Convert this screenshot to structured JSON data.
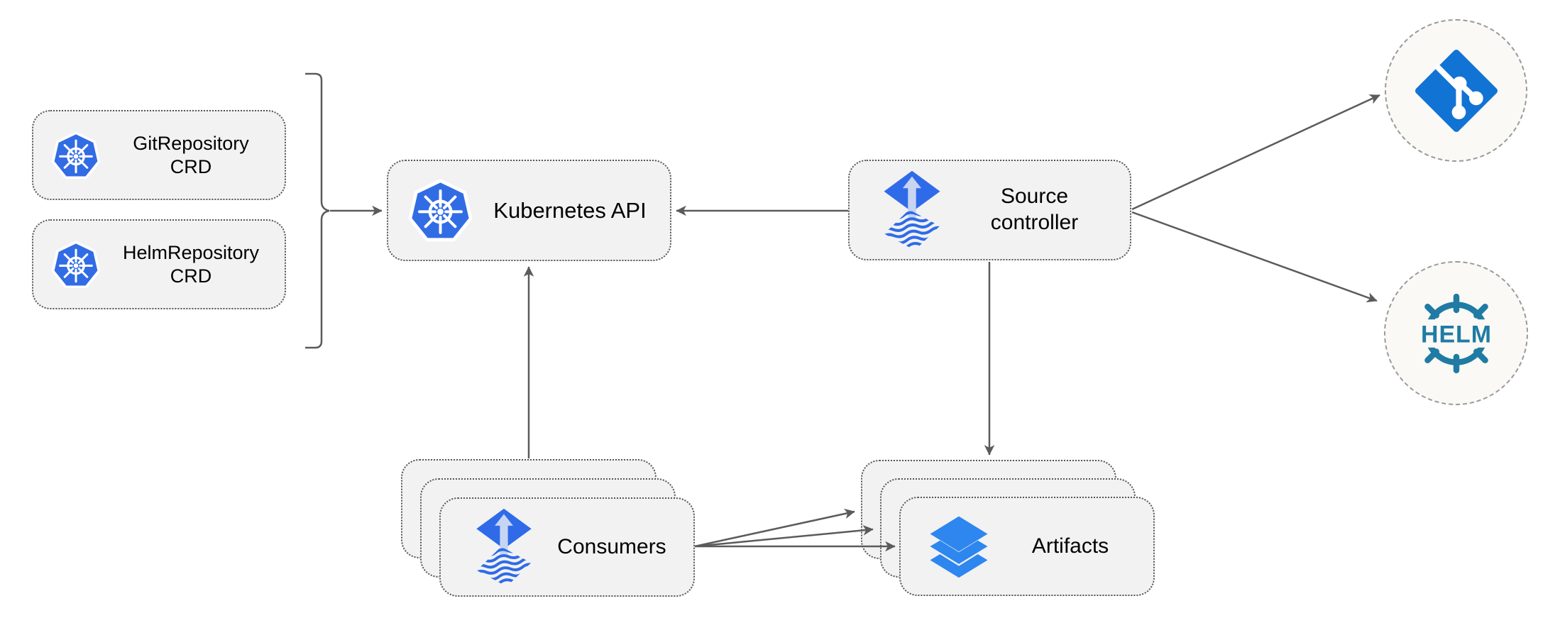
{
  "diagram": {
    "nodes": {
      "git_repository_crd": {
        "line1": "GitRepository",
        "line2": "CRD",
        "icon": "kubernetes-icon"
      },
      "helm_repository_crd": {
        "line1": "HelmRepository",
        "line2": "CRD",
        "icon": "kubernetes-icon"
      },
      "kubernetes_api": {
        "label": "Kubernetes API",
        "icon": "kubernetes-icon"
      },
      "source_controller": {
        "line1": "Source",
        "line2": "controller",
        "icon": "flux-source-controller-icon"
      },
      "consumers": {
        "label": "Consumers",
        "icon": "flux-source-controller-icon",
        "stacked_cards": 3
      },
      "artifacts": {
        "label": "Artifacts",
        "icon": "layers-icon",
        "stacked_cards": 3
      },
      "git_endpoint": {
        "icon": "git-icon"
      },
      "helm_endpoint": {
        "icon": "helm-icon",
        "wheel_text": "HELM"
      }
    },
    "edges": [
      {
        "from": "crd-bracket",
        "to": "kubernetes_api",
        "arrow": "end"
      },
      {
        "from": "source_controller",
        "to": "kubernetes_api",
        "arrow": "end"
      },
      {
        "from": "consumers",
        "to": "kubernetes_api",
        "arrow": "end"
      },
      {
        "from": "source_controller",
        "to": "artifacts",
        "arrow": "end"
      },
      {
        "from": "source_controller",
        "to": "git_endpoint",
        "arrow": "end"
      },
      {
        "from": "source_controller",
        "to": "helm_endpoint",
        "arrow": "end"
      },
      {
        "from": "consumers",
        "to": "artifacts",
        "arrow": "end",
        "count": 3
      }
    ],
    "colors": {
      "box_fill": "#f2f2f2",
      "box_border": "#565656",
      "arrow": "#5b5b5b",
      "kubernetes_blue": "#326CE5",
      "flux_blue": "#2f6be8",
      "flux_arrow_light": "#c7d5f2",
      "layers_blue": "#2e86ef",
      "git_blue": "#1173d4",
      "helm_teal": "#1f7ba4",
      "circle_fill": "#faf9f5",
      "circle_border": "#9a9a9a",
      "text": "#000000"
    }
  }
}
